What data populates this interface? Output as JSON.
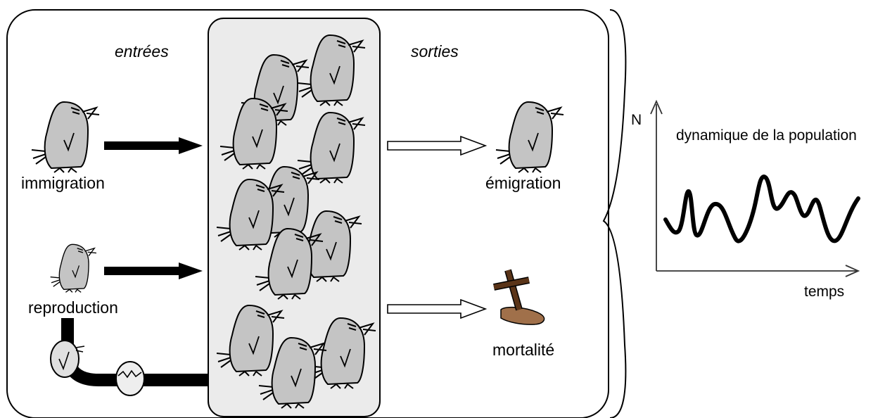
{
  "labels": {
    "inputs": "entrées",
    "outputs": "sorties",
    "immigration": "immigration",
    "reproduction": "reproduction",
    "emigration": "émigration",
    "mortality": "mortalité",
    "y_axis": "N",
    "x_axis": "temps",
    "graph_title": "dynamique de la population"
  },
  "colors": {
    "bird_body": "#c4c4c4",
    "population_box": "#ebebeb",
    "arrow_in": "#000000",
    "cross": "#5a3418",
    "grave": "#a0704a"
  },
  "icons": {
    "bird": "bird-icon",
    "egg": "egg-icon",
    "grave": "grave-cross-icon"
  }
}
